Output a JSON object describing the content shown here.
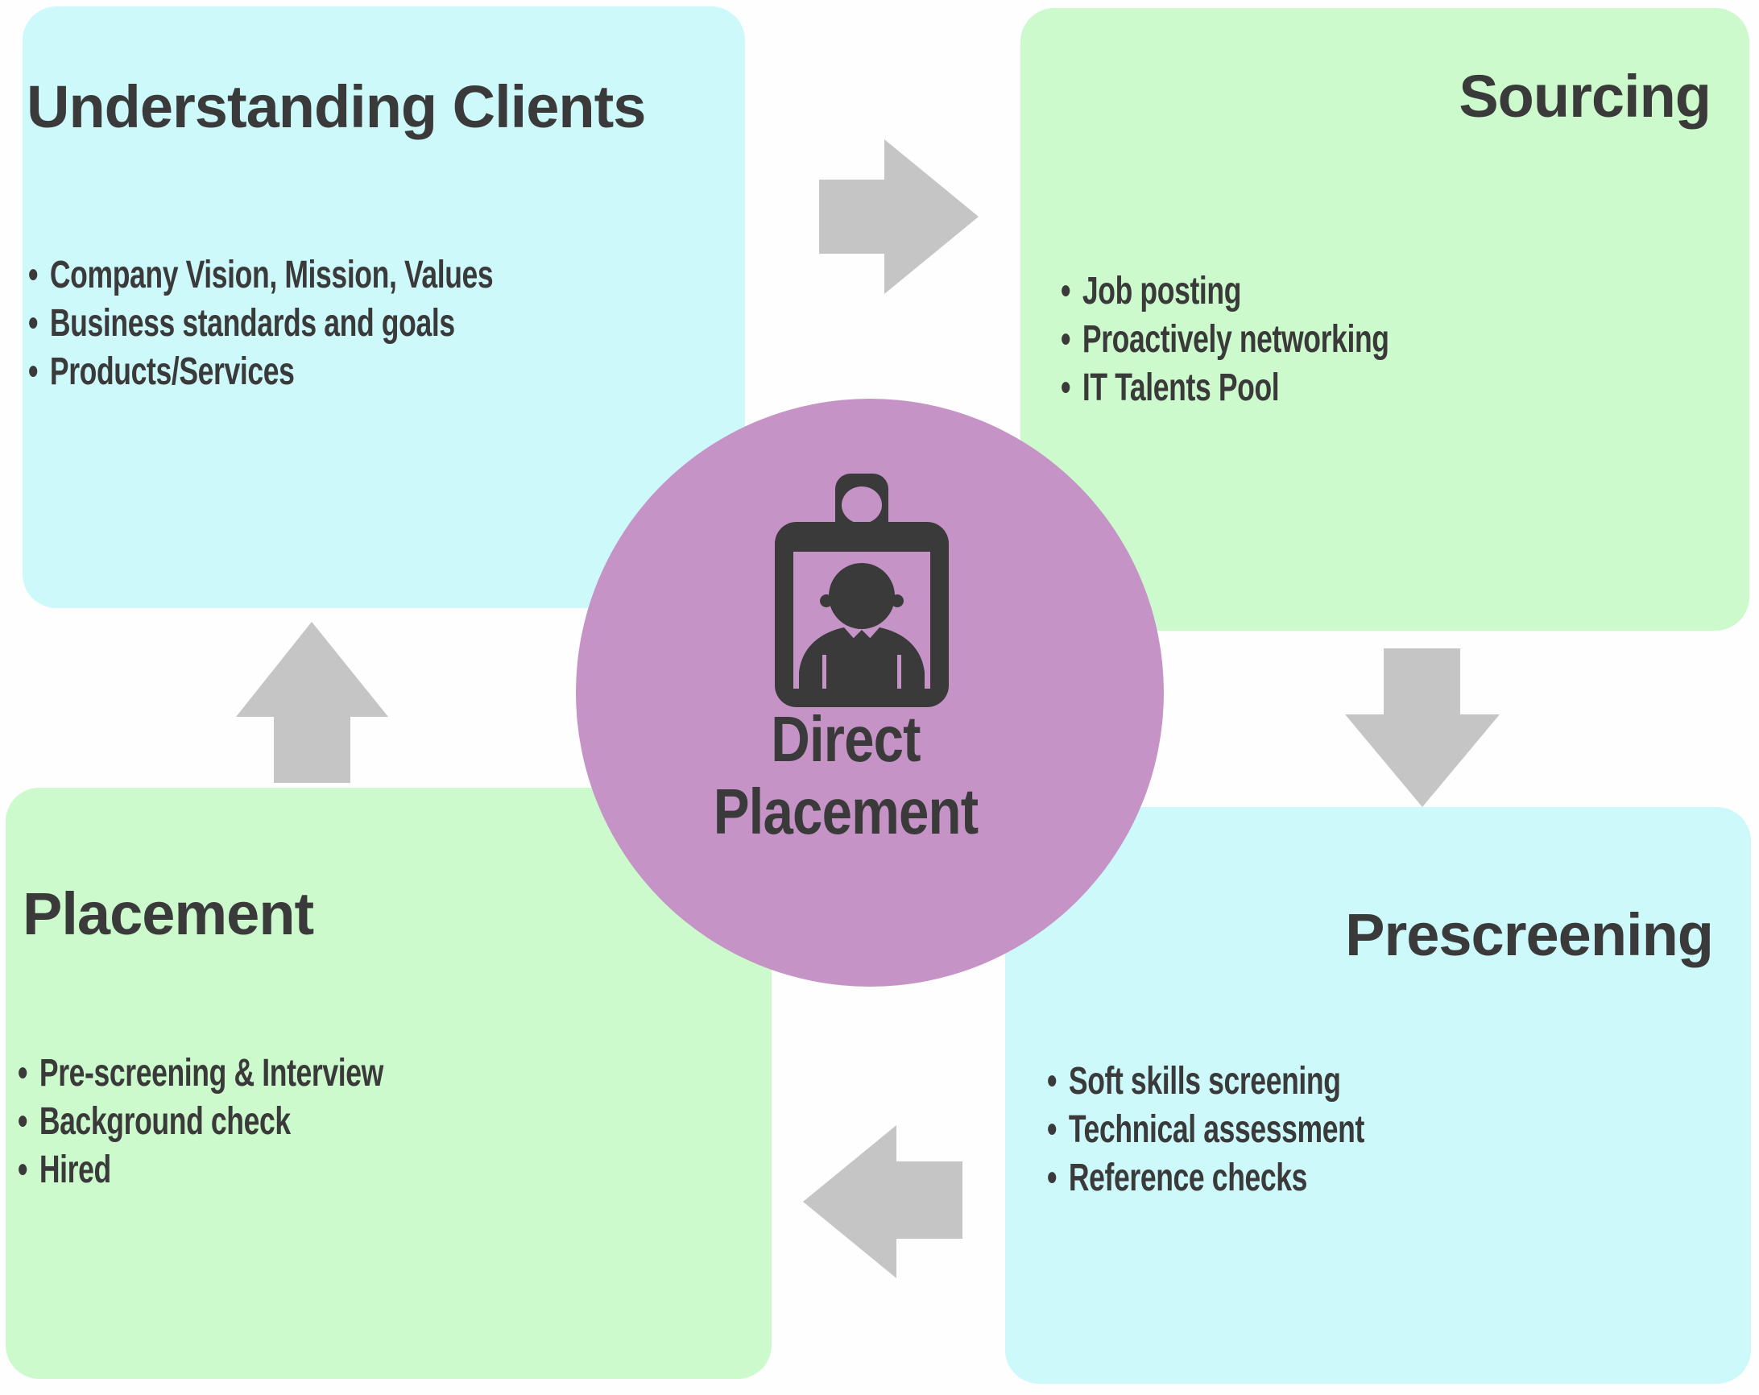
{
  "diagram_title": "Direct Placement",
  "colors": {
    "quadrant_cyan": "#cef9fb",
    "quadrant_green": "#ccfacc",
    "center_purple": "#c693c6",
    "arrow_gray": "#c5c5c5",
    "text_dark": "#3a3a3a",
    "background": "#fefefe"
  },
  "ui": {
    "bullet_char": "•"
  },
  "center": {
    "line1": "Direct",
    "line2": "Placement",
    "icon": "id-badge-person-icon"
  },
  "quadrants": [
    {
      "id": "understanding-clients",
      "title": "Understanding Clients",
      "bullets": [
        "Company Vision, Mission, Values",
        "Business standards and goals",
        "Products/Services"
      ]
    },
    {
      "id": "sourcing",
      "title": "Sourcing",
      "bullets": [
        "Job posting",
        "Proactively networking",
        "IT Talents Pool"
      ]
    },
    {
      "id": "placement",
      "title": "Placement",
      "bullets": [
        "Pre-screening & Interview",
        "Background check",
        "Hired"
      ]
    },
    {
      "id": "prescreening",
      "title": "Prescreening",
      "bullets": [
        "Soft skills screening",
        "Technical assessment",
        "Reference checks"
      ]
    }
  ],
  "arrows": [
    {
      "direction": "right"
    },
    {
      "direction": "down"
    },
    {
      "direction": "left"
    },
    {
      "direction": "up"
    }
  ]
}
